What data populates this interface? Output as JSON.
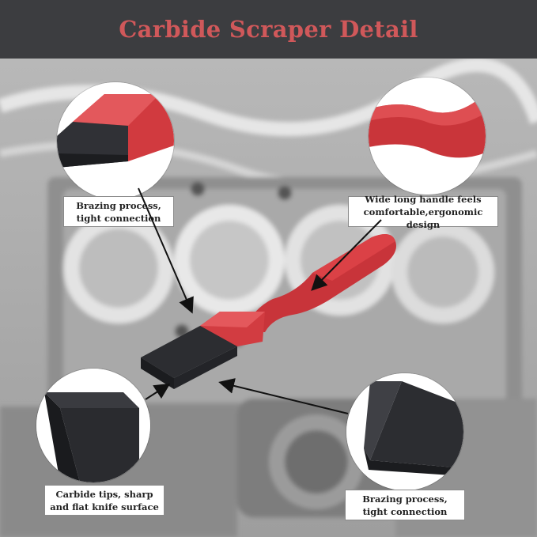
{
  "title": "Carbide Scraper Detail",
  "callouts": [
    {
      "line1": "Brazing process,",
      "line2": "tight connection"
    },
    {
      "line1": "Wide long handle feels",
      "line2": "comfortable,ergonomic design"
    },
    {
      "line1": "Carbide tips, sharp",
      "line2": "and flat knife surface"
    },
    {
      "line1": "Brazing process,",
      "line2": "tight connection"
    }
  ],
  "colors": {
    "header": "#3c3d40",
    "title": "#d0585a",
    "handle": "#d0393b",
    "blade": "#2e2f33"
  }
}
